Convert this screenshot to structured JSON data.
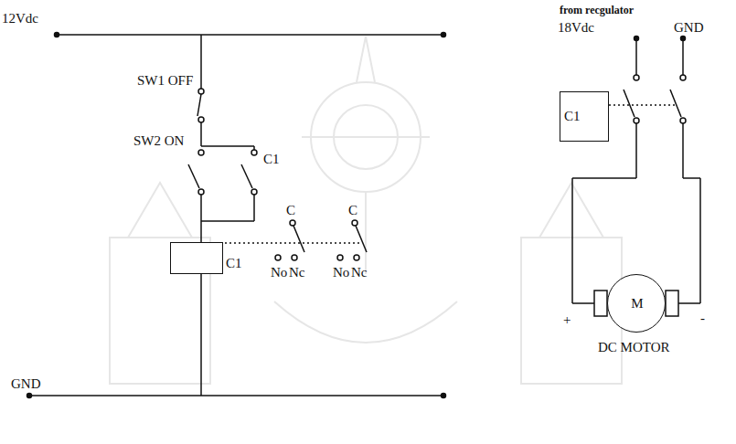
{
  "diagram": {
    "nodes": [
      {
        "text": [
          "C1"
        ]
      },
      {
        "text": [
          "C1"
        ]
      },
      {
        "text": [
          "M"
        ]
      }
    ],
    "labels": [
      "12Vdc",
      "SW1 OFF",
      "SW2 ON",
      "C1",
      "C",
      "C",
      "No",
      "Nc",
      "No",
      "Nc",
      "GND",
      "from recgulator",
      "18Vdc",
      "GND",
      "+",
      "-",
      "DC MOTOR"
    ]
  }
}
